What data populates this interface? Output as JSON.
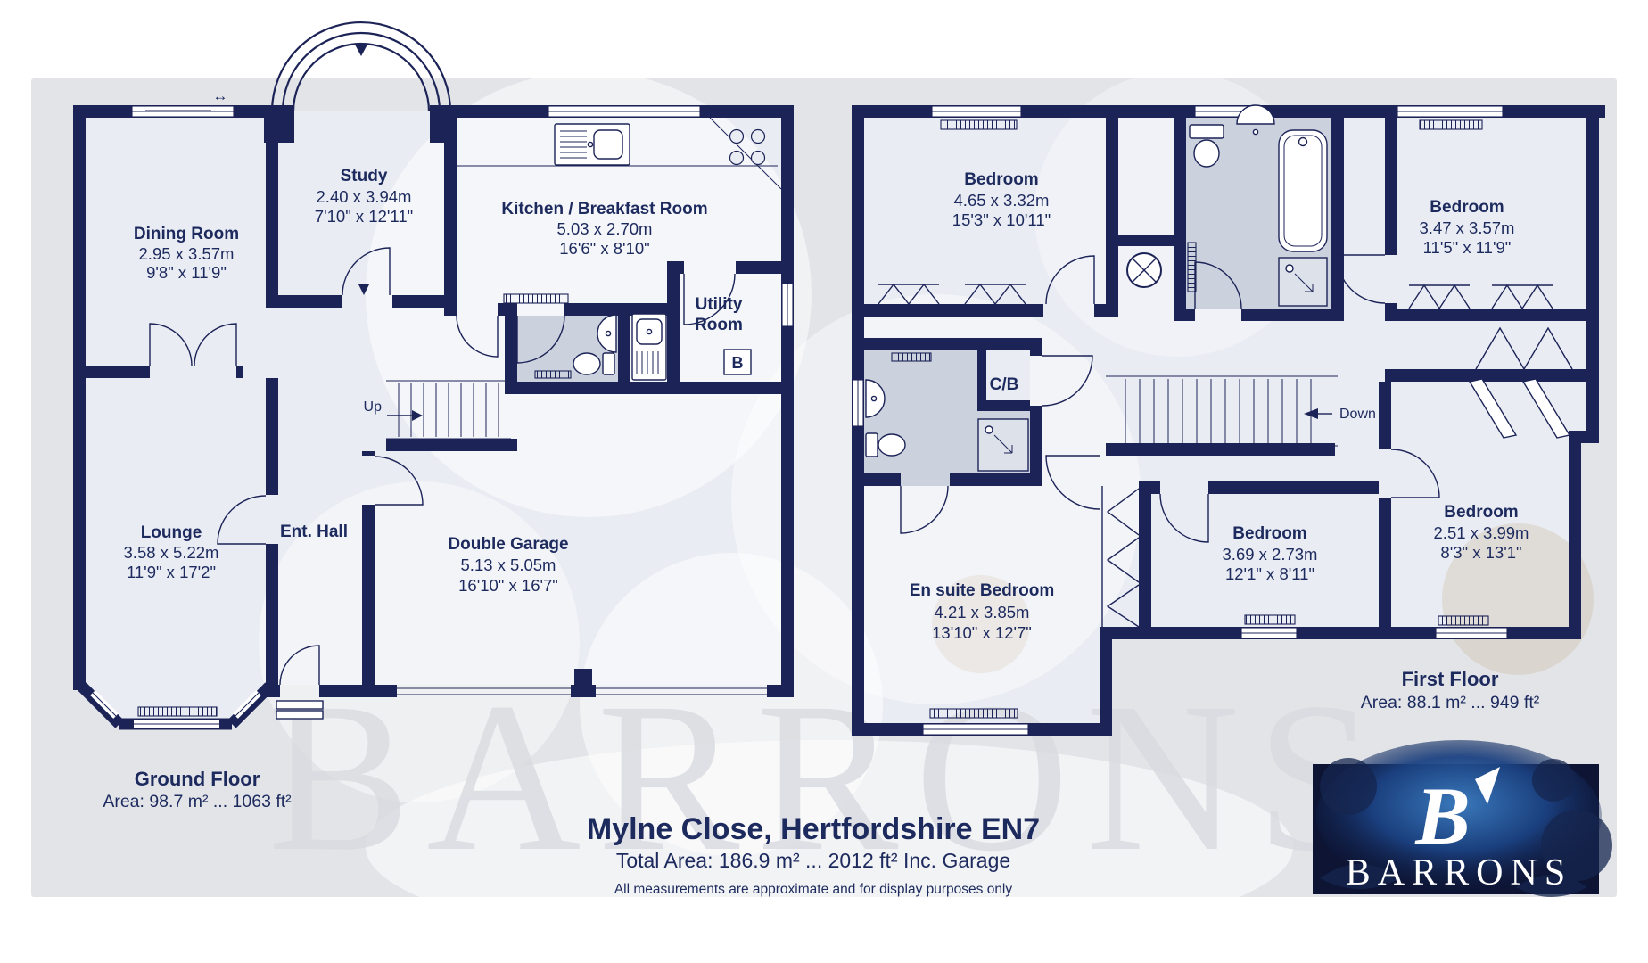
{
  "page": {
    "address_title": "Mylne Close, Hertfordshire EN7",
    "total_area_line": "Total Area: 186.9 m² ... 2012 ft² Inc. Garage",
    "disclaimer": "All measurements are approximate and for display purposes only"
  },
  "ground_floor": {
    "floor_label": "Ground Floor",
    "floor_area": "Area: 98.7 m² ... 1063 ft²",
    "stairs_label": "Up",
    "boiler_label": "B",
    "window_span_icon": "↔",
    "rooms": {
      "dining_room": {
        "name": "Dining Room",
        "metric": "2.95 x 3.57m",
        "imperial": "9'8\" x 11'9\""
      },
      "study": {
        "name": "Study",
        "metric": "2.40 x 3.94m",
        "imperial": "7'10\" x 12'11\""
      },
      "kitchen": {
        "name": "Kitchen / Breakfast Room",
        "metric": "5.03 x 2.70m",
        "imperial": "16'6\" x 8'10\""
      },
      "utility": {
        "name_line1": "Utility",
        "name_line2": "Room"
      },
      "lounge": {
        "name": "Lounge",
        "metric": "3.58 x 5.22m",
        "imperial": "11'9\" x 17'2\""
      },
      "hall": {
        "name": "Ent. Hall"
      },
      "garage": {
        "name": "Double Garage",
        "metric": "5.13 x 5.05m",
        "imperial": "16'10\" x 16'7\""
      }
    }
  },
  "first_floor": {
    "floor_label": "First Floor",
    "floor_area": "Area: 88.1 m² ... 949 ft²",
    "stairs_label": "Down",
    "cupboard_label": "C/B",
    "rooms": {
      "bedroom_top_left": {
        "name": "Bedroom",
        "metric": "4.65 x 3.32m",
        "imperial": "15'3\" x 10'11\""
      },
      "bedroom_top_right": {
        "name": "Bedroom",
        "metric": "3.47 x 3.57m",
        "imperial": "11'5\" x 11'9\""
      },
      "bedroom_middle": {
        "name": "Bedroom",
        "metric": "3.69 x 2.73m",
        "imperial": "12'1\" x 8'11\""
      },
      "bedroom_bottom_right": {
        "name": "Bedroom",
        "metric": "2.51 x 3.99m",
        "imperial": "8'3\" x 13'1\""
      },
      "ensuite_bedroom": {
        "name": "En suite Bedroom",
        "metric": "4.21 x 3.85m",
        "imperial": "13'10\" x 12'7\""
      }
    }
  },
  "branding": {
    "watermark_text": "BARRONS",
    "logo_monogram": "B",
    "logo_name": "BARRONS",
    "colors": {
      "wall_navy": "#1c2357",
      "label_navy": "#1d2a5e",
      "logo_bg": "#0d1434",
      "panel_gray": "#e2e4e8"
    }
  }
}
